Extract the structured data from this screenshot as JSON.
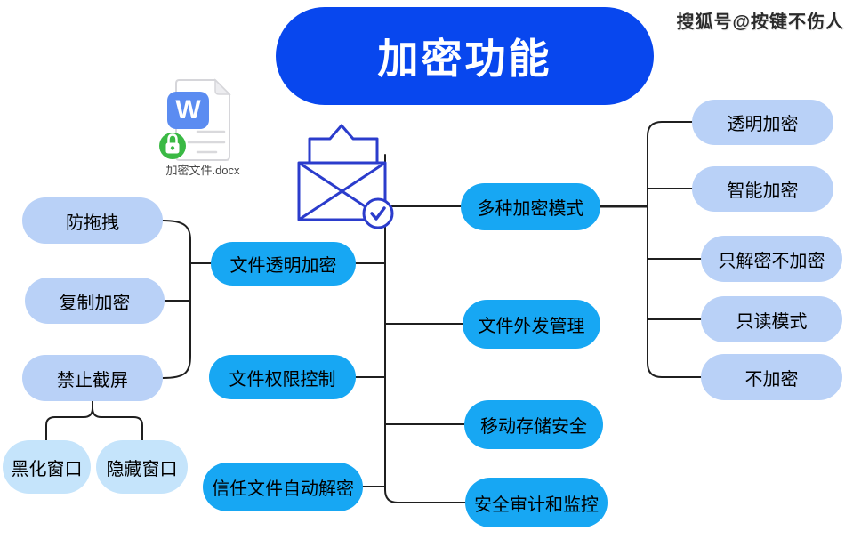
{
  "title": "加密功能",
  "watermark": "搜狐号@按键不伤人",
  "file_icon": {
    "label": "加密文件.docx",
    "badge_letter": "W"
  },
  "colors": {
    "primary": "#0847ee",
    "branch": "#17a7f3",
    "child": "#b9d1f7",
    "child_light": "#c5e4fb",
    "line": "#1f1f1f",
    "envelope": "#2b3ccc",
    "doc_badge": "#5b8cf1",
    "doc_lock": "#3ab944"
  },
  "branches": {
    "transparent_encryption": "文件透明加密",
    "permission_control": "文件权限控制",
    "trusted_auto_decrypt": "信任文件自动解密",
    "encryption_modes": "多种加密模式",
    "outgoing_management": "文件外发管理",
    "removable_storage_security": "移动存储安全",
    "audit_monitoring": "安全审计和监控"
  },
  "transparent_children": [
    "防拖拽",
    "复制加密",
    "禁止截屏"
  ],
  "screenshot_children": [
    "黑化窗口",
    "隐藏窗口"
  ],
  "mode_children": [
    "透明加密",
    "智能加密",
    "只解密不加密",
    "只读模式",
    "不加密"
  ]
}
